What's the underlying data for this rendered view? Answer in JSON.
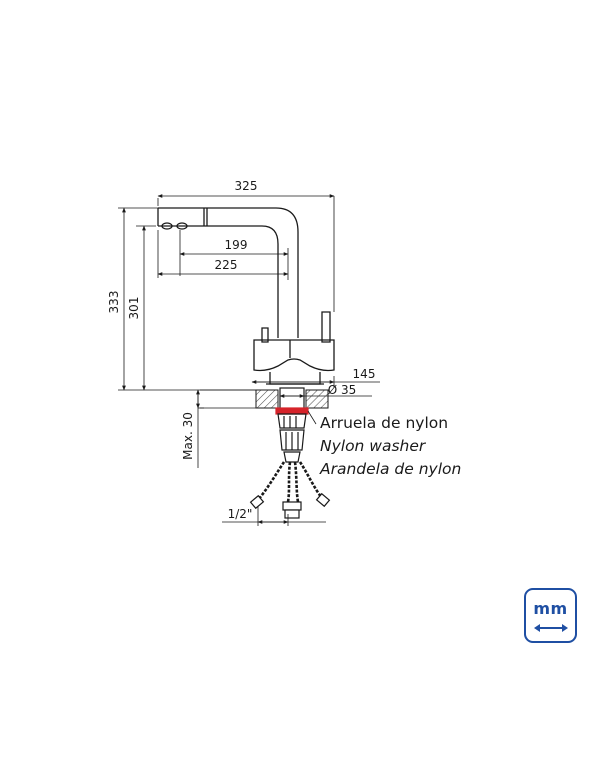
{
  "dimensions": {
    "overall_width": "325",
    "spout_reach_inner": "199",
    "spout_reach_outer": "225",
    "total_height": "333",
    "spout_height": "301",
    "base_width": "145",
    "hole_diameter": "Ø 35",
    "max_thickness": "Max. 30",
    "thread": "1/2\""
  },
  "washer_label": {
    "es": "Arruela de nylon",
    "en": "Nylon washer",
    "pt": "Arandela de nylon"
  },
  "unit_badge": {
    "text": "mm",
    "icon": "double-arrow-icon",
    "color": "#1f4fa3"
  },
  "colors": {
    "line": "#1a1a1a",
    "washer": "#d6232a",
    "hatch": "#555555"
  }
}
